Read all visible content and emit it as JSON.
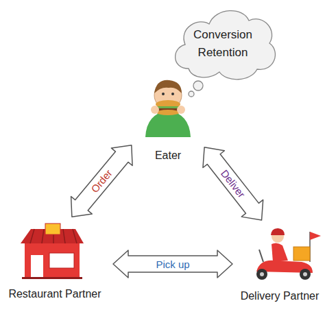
{
  "diagram": {
    "nodes": [
      {
        "text": [
          "Conversion",
          "Retention"
        ]
      },
      {
        "text": [
          "Eater"
        ]
      },
      {
        "text": [
          "Restaurant Partner"
        ]
      },
      {
        "text": [
          "Delivery Partner"
        ]
      }
    ],
    "edges": [
      {
        "from": 2,
        "to": 1,
        "label": "Order",
        "arrow": "both"
      },
      {
        "from": 1,
        "to": 3,
        "label": "Deliver",
        "arrow": "both"
      },
      {
        "from": 2,
        "to": 3,
        "label": "Pick up",
        "arrow": "both"
      }
    ]
  }
}
